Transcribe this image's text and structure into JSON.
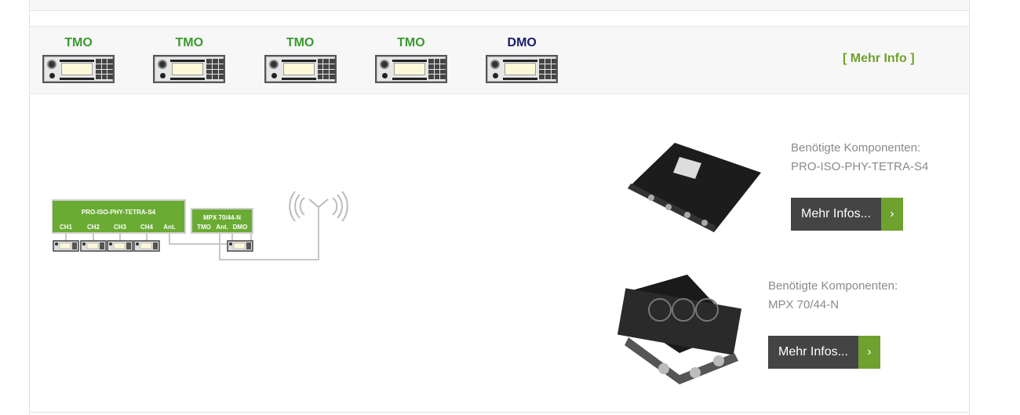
{
  "modes": [
    {
      "label": "TMO",
      "color": "#3a9a2e"
    },
    {
      "label": "TMO",
      "color": "#3a9a2e"
    },
    {
      "label": "TMO",
      "color": "#3a9a2e"
    },
    {
      "label": "TMO",
      "color": "#3a9a2e"
    },
    {
      "label": "DMO",
      "color": "#1a1a6e"
    }
  ],
  "more_info_link": "[ Mehr Info ]",
  "diagram": {
    "splitter": "PRO-ISO-PHY-TETRA-S4",
    "splitter_ports": [
      "CH1",
      "CH2",
      "CH3",
      "CH4",
      "Ant."
    ],
    "duplexer": "MPX 70/44-N",
    "duplexer_ports": [
      "TMO",
      "Ant.",
      "DMO"
    ]
  },
  "products": [
    {
      "heading": "Benötigte Komponenten:",
      "name": "PRO-ISO-PHY-TETRA-S4",
      "button": "Mehr Infos...",
      "arrow": "›"
    },
    {
      "heading": "Benötigte Komponenten:",
      "name": "MPX 70/44-N",
      "button": "Mehr Infos...",
      "arrow": "›"
    }
  ],
  "colors": {
    "accent": "#6fa12e",
    "button": "#444444",
    "diagram_green": "#6aab34"
  }
}
